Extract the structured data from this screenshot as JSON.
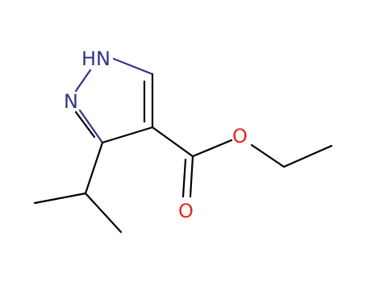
{
  "molecule": {
    "atoms": {
      "nh": {
        "text": "HN",
        "color": "#33338c"
      },
      "n": {
        "text": "N",
        "color": "#33338c"
      },
      "o_ester": {
        "text": "O",
        "color": "#e8261c"
      },
      "o_carbonyl": {
        "text": "O",
        "color": "#e8261c"
      }
    },
    "colors": {
      "bond": "#000000",
      "nitrogen": "#33338c",
      "oxygen": "#e8261c",
      "background": "#ffffff"
    }
  }
}
